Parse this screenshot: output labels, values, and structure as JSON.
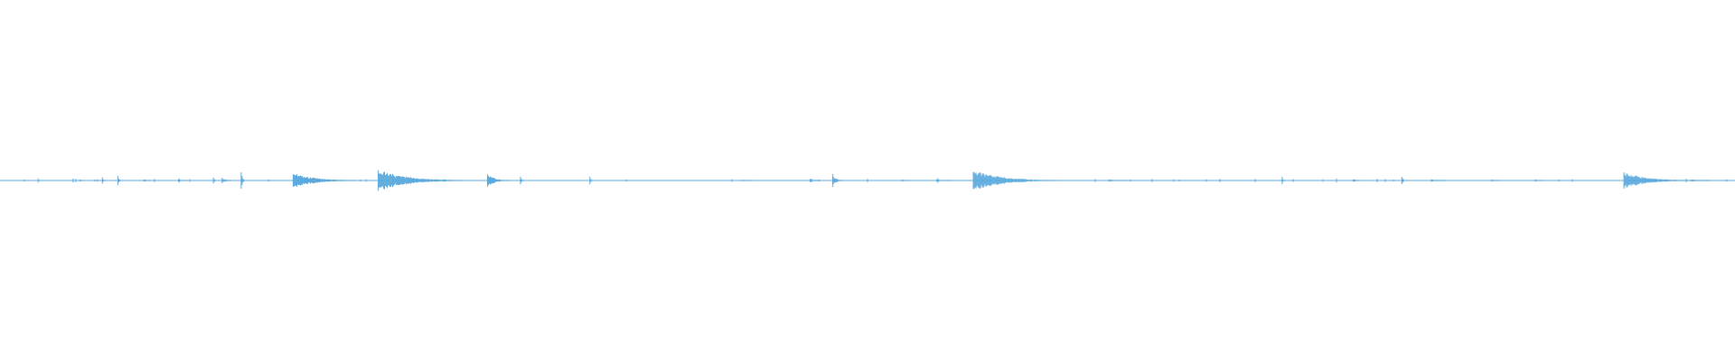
{
  "waveform": {
    "color": "#5aa9dd",
    "events": [
      {
        "position": 0.022,
        "amplitude": 0.1,
        "duration": 0.001
      },
      {
        "position": 0.046,
        "amplitude": 0.05,
        "duration": 0.002
      },
      {
        "position": 0.059,
        "amplitude": 0.15,
        "duration": 0.002
      },
      {
        "position": 0.068,
        "amplitude": 0.18,
        "duration": 0.002
      },
      {
        "position": 0.083,
        "amplitude": 0.06,
        "duration": 0.004
      },
      {
        "position": 0.103,
        "amplitude": 0.06,
        "duration": 0.005
      },
      {
        "position": 0.123,
        "amplitude": 0.16,
        "duration": 0.002
      },
      {
        "position": 0.128,
        "amplitude": 0.12,
        "duration": 0.006
      },
      {
        "position": 0.139,
        "amplitude": 0.4,
        "duration": 0.002
      },
      {
        "position": 0.169,
        "amplitude": 0.3,
        "duration": 0.036
      },
      {
        "position": 0.218,
        "amplitude": 0.42,
        "duration": 0.048
      },
      {
        "position": 0.281,
        "amplitude": 0.26,
        "duration": 0.012
      },
      {
        "position": 0.3,
        "amplitude": 0.18,
        "duration": 0.002
      },
      {
        "position": 0.34,
        "amplitude": 0.18,
        "duration": 0.002
      },
      {
        "position": 0.428,
        "amplitude": 0.04,
        "duration": 0.006
      },
      {
        "position": 0.467,
        "amplitude": 0.08,
        "duration": 0.006
      },
      {
        "position": 0.48,
        "amplitude": 0.24,
        "duration": 0.006
      },
      {
        "position": 0.52,
        "amplitude": 0.06,
        "duration": 0.004
      },
      {
        "position": 0.54,
        "amplitude": 0.06,
        "duration": 0.008
      },
      {
        "position": 0.561,
        "amplitude": 0.4,
        "duration": 0.048
      },
      {
        "position": 0.64,
        "amplitude": 0.04,
        "duration": 0.01
      },
      {
        "position": 0.739,
        "amplitude": 0.16,
        "duration": 0.002
      },
      {
        "position": 0.78,
        "amplitude": 0.08,
        "duration": 0.004
      },
      {
        "position": 0.808,
        "amplitude": 0.22,
        "duration": 0.002
      },
      {
        "position": 0.825,
        "amplitude": 0.06,
        "duration": 0.008
      },
      {
        "position": 0.86,
        "amplitude": 0.05,
        "duration": 0.004
      },
      {
        "position": 0.885,
        "amplitude": 0.05,
        "duration": 0.004
      },
      {
        "position": 0.936,
        "amplitude": 0.32,
        "duration": 0.04
      },
      {
        "position": 0.975,
        "amplitude": 0.05,
        "duration": 0.01
      }
    ]
  }
}
